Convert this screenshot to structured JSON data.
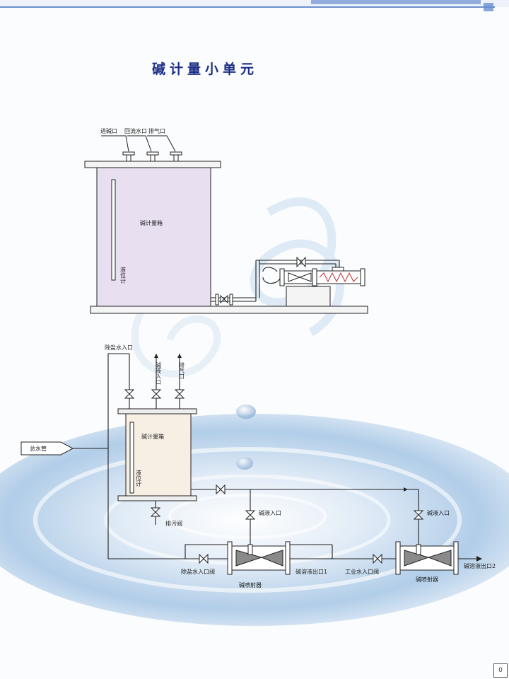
{
  "header": {
    "title": "碱计量小单元"
  },
  "top_diagram": {
    "inlet_labels": [
      "进碱口",
      "回流水口",
      "排气口"
    ],
    "tank_label": "碱计量箱",
    "level_gauge_label": "液位计"
  },
  "bottom_diagram": {
    "demineralized_water_inlet": "除盐水入口",
    "alkali_inlet_vertical": "碱液入口",
    "vent_vertical": "排气口",
    "main_water_pipe": "总水管",
    "tank_label": "碱计量箱",
    "level_gauge_label": "液位计",
    "drain_valve": "排污阀",
    "alkali_inlet_1": "碱液入口",
    "alkali_inlet_2": "碱液入口",
    "demin_inlet_valve": "除盐水入口阀",
    "solution_outlet_1": "碱溶液出口1",
    "ejector_1": "碱喷射器",
    "industrial_water_valve": "工业水入口阀",
    "ejector_2": "碱喷射器",
    "solution_outlet_2": "碱溶液出口2"
  },
  "page_corner": "0",
  "colors": {
    "title": "#1c2f86",
    "top_tank_fill": "#e8dff0",
    "bottom_tank_fill": "#f7efe4",
    "water_blue": "#a9c8e6",
    "header_band": "#6b8fd0"
  }
}
